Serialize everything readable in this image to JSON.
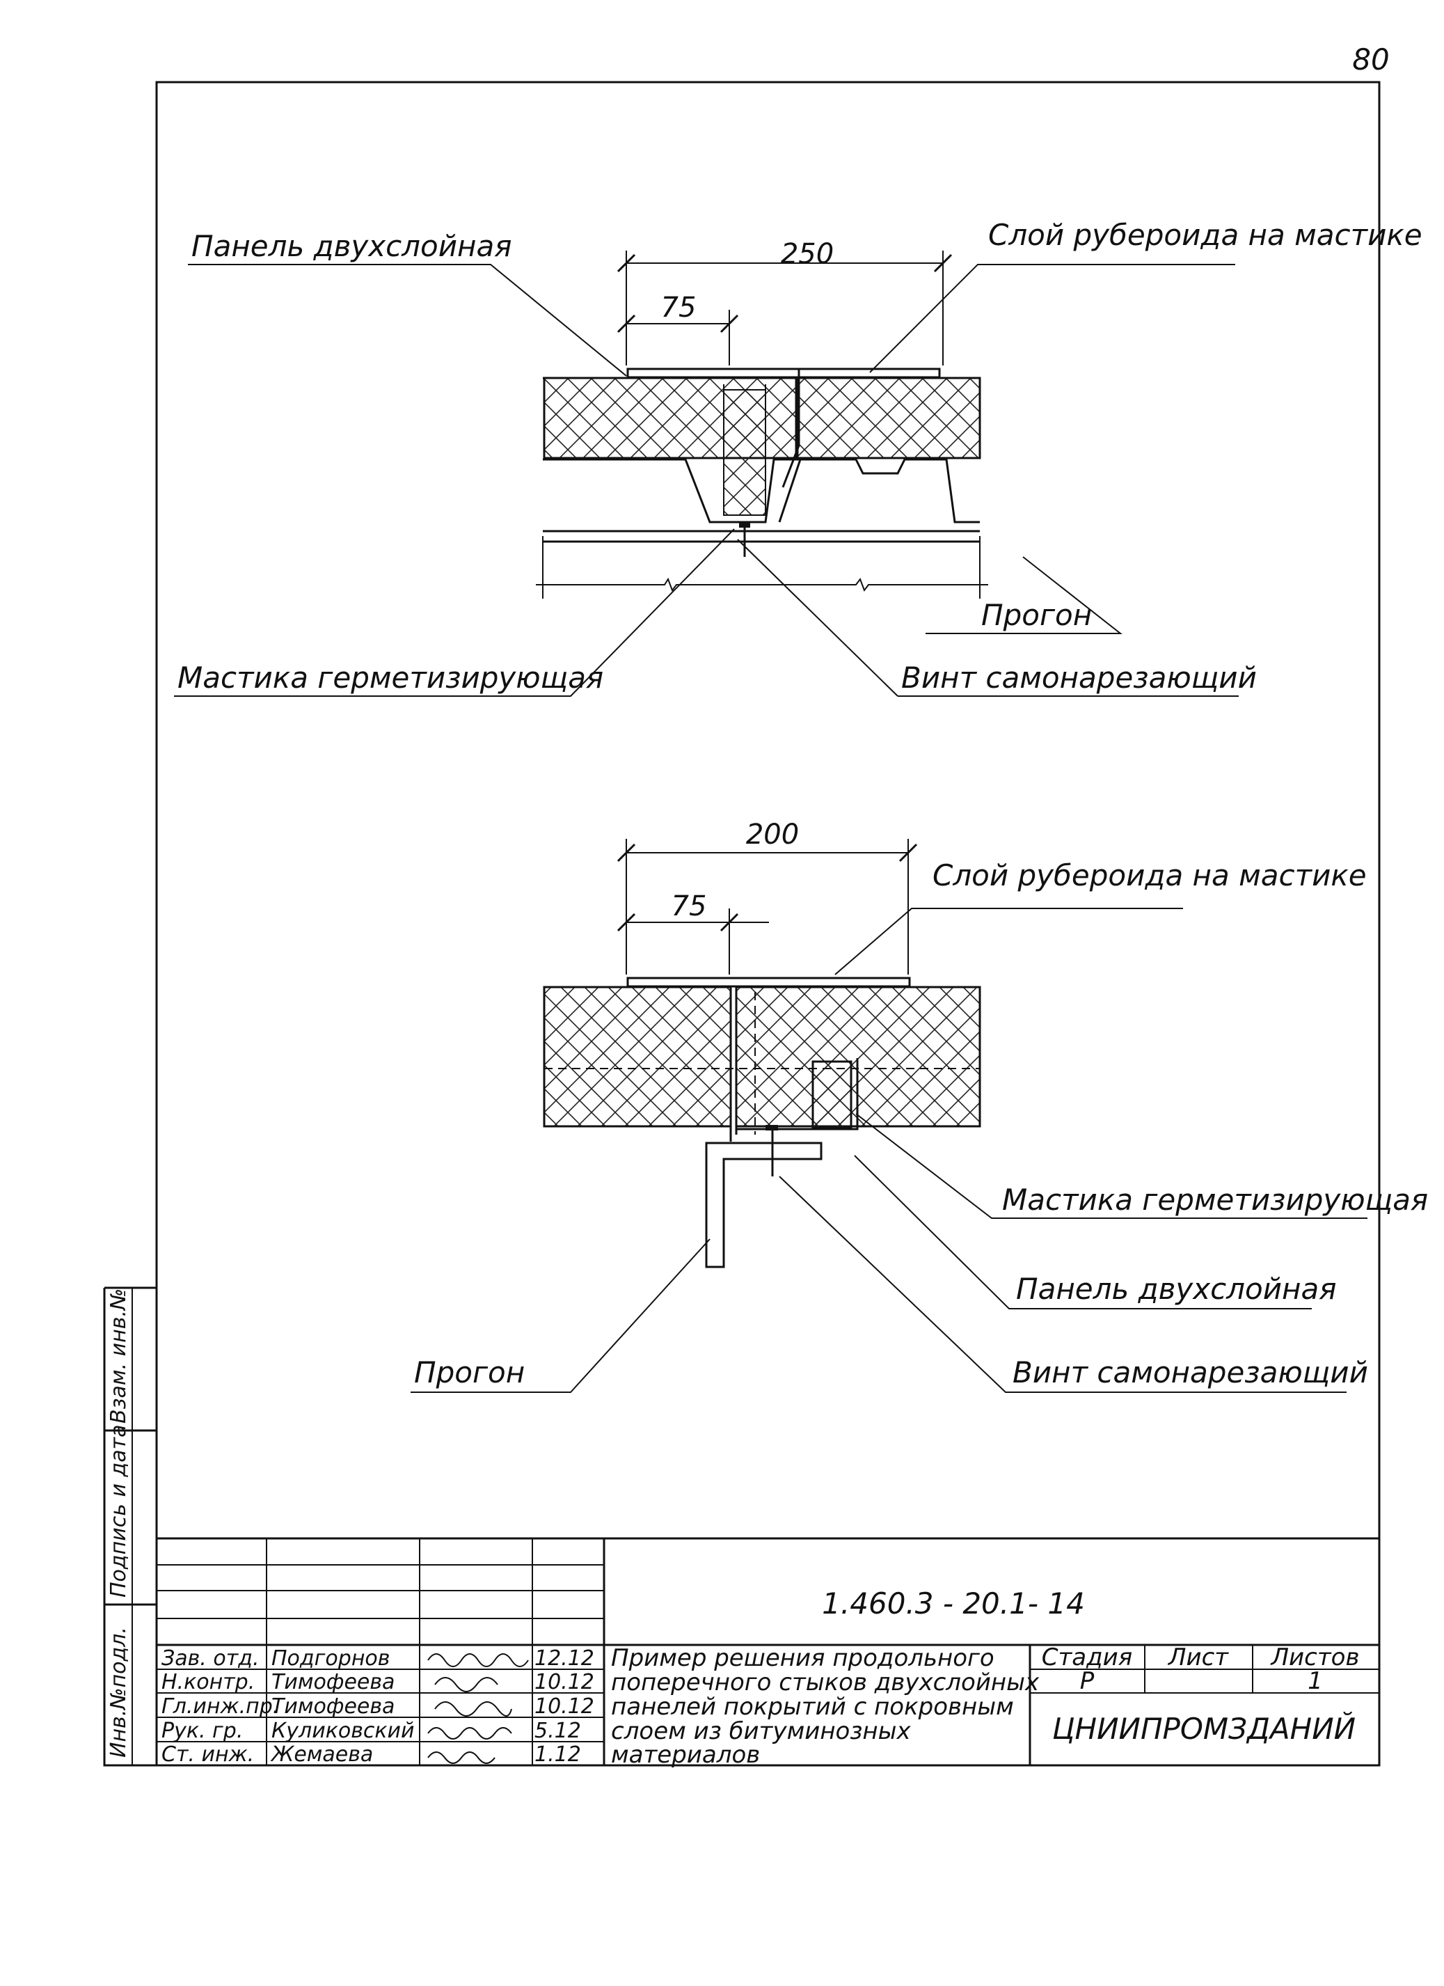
{
  "page_number": "80",
  "detail1": {
    "dim_total": "250",
    "dim_part": "75",
    "label_panel": "Панель двухслойная",
    "label_roofing": "Слой рубероида на мастике",
    "label_purlin": "Прогон",
    "label_screw": "Винт самонарезающий",
    "label_mastic": "Мастика герметизирующая"
  },
  "detail2": {
    "dim_total": "200",
    "dim_part": "75",
    "label_roofing": "Слой рубероида на мастике",
    "label_mastic": "Мастика герметизирующая",
    "label_panel": "Панель двухслойная",
    "label_screw": "Винт самонарезающий",
    "label_purlin": "Прогон"
  },
  "side_stamp": {
    "inv_orig": "Инв.№подл.",
    "sign_date": "Подпись и дата",
    "replaced": "Взам. инв.№"
  },
  "title_block": {
    "code": "1.460.3 - 20.1- 14",
    "rows": [
      {
        "role": "Зав. отд.",
        "name": "Подгорнов",
        "date": "12.12"
      },
      {
        "role": "Н.контр.",
        "name": "Тимофеева",
        "date": "10.12"
      },
      {
        "role": "Гл.инж.пр.",
        "name": "Тимофеева",
        "date": "10.12"
      },
      {
        "role": "Рук. гр.",
        "name": "Куликовский",
        "date": "5.12"
      },
      {
        "role": "Ст. инж.",
        "name": "Жемаева",
        "date": "1.12"
      }
    ],
    "title_lines": [
      "Пример решения продольного",
      "поперечного стыков двухслойных",
      "панелей покрытий с покровным",
      "слоем из битуминозных",
      "материалов"
    ],
    "stage_header": "Стадия",
    "sheet_header": "Лист",
    "sheets_header": "Листов",
    "stage_value": "Р",
    "sheets_value": "1",
    "organization": "ЦНИИПРОМЗДАНИЙ"
  }
}
